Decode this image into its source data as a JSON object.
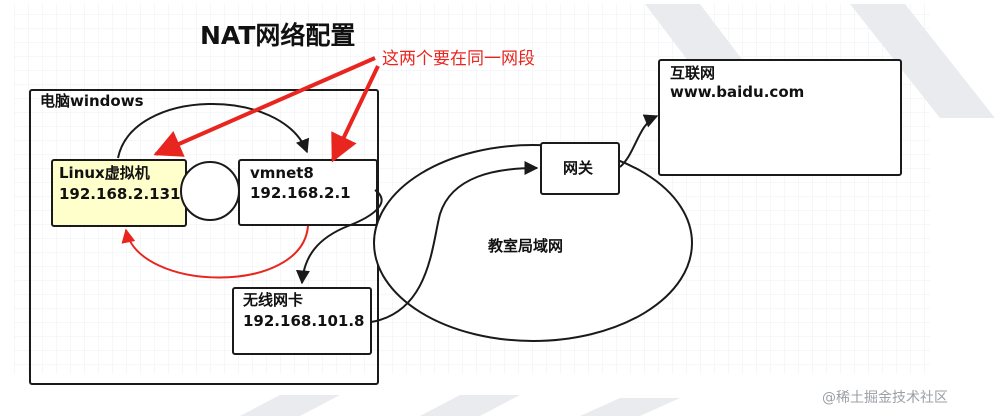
{
  "diagram": {
    "title": "NAT网络配置",
    "annotation": "这两个要在同一网段",
    "container_label": "电脑windows",
    "nodes": {
      "linux_vm": {
        "line1": "Linux虚拟机",
        "line2": "192.168.2.131"
      },
      "vmnet8": {
        "line1": "vmnet8",
        "line2": "192.168.2.1"
      },
      "wireless_nic": {
        "line1": "无线网卡",
        "line2": "192.168.101.8"
      },
      "gateway": {
        "label": "网关"
      },
      "classroom_lan": {
        "label": "教室局域网"
      },
      "internet": {
        "line1": "互联网",
        "line2": "www.baidu.com"
      }
    },
    "watermark": "@稀土掘金技术社区"
  },
  "colors": {
    "ink": "#1a1a1a",
    "red": "#e8261f",
    "vm_fill": "#ffffcc",
    "grid": "#eceff2",
    "watermark_bg": "#e9ebee"
  }
}
